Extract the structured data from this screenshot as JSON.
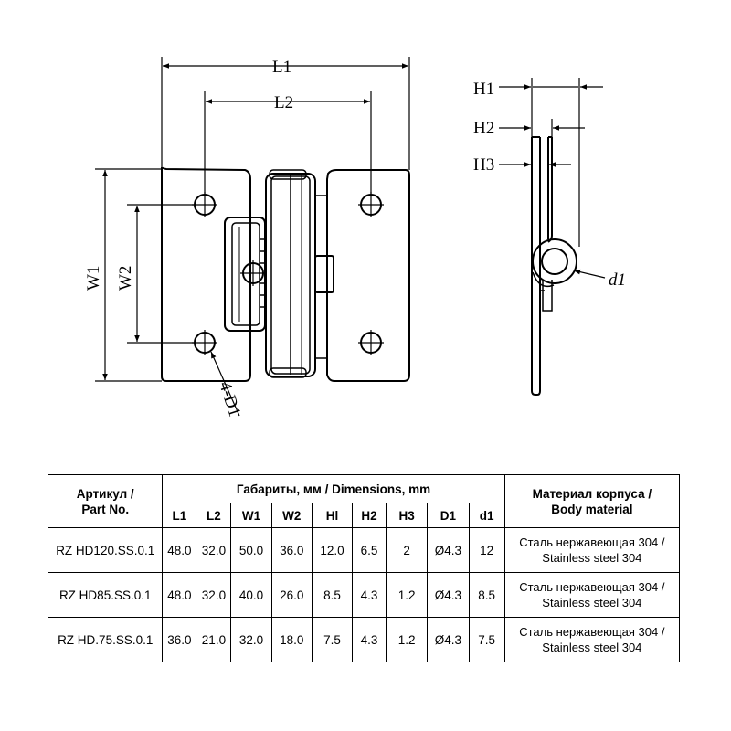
{
  "drawing": {
    "front_view": {
      "labels": {
        "L1": "L1",
        "L2": "L2",
        "W1": "W1",
        "W2": "W2",
        "D1": "4-D1"
      }
    },
    "side_view": {
      "labels": {
        "H1": "H1",
        "H2": "H2",
        "H3": "H3",
        "d1": "d1"
      }
    }
  },
  "table": {
    "header_part": {
      "line1": "Артикул /",
      "line2": "Part No."
    },
    "header_dimensions": "Габариты, мм / Dimensions, mm",
    "header_material": {
      "line1": "Материал корпуса /",
      "line2": "Body material"
    },
    "columns": [
      "L1",
      "L2",
      "W1",
      "W2",
      "Hl",
      "H2",
      "H3",
      "D1",
      "d1"
    ],
    "rows": [
      {
        "part": "RZ HD120.SS.0.1",
        "values": [
          "48.0",
          "32.0",
          "50.0",
          "36.0",
          "12.0",
          "6.5",
          "2",
          "Ø4.3",
          "12"
        ],
        "material": {
          "line1": "Сталь нержавеющая 304 /",
          "line2": "Stainless steel 304"
        }
      },
      {
        "part": "RZ HD85.SS.0.1",
        "values": [
          "48.0",
          "32.0",
          "40.0",
          "26.0",
          "8.5",
          "4.3",
          "1.2",
          "Ø4.3",
          "8.5"
        ],
        "material": {
          "line1": "Сталь нержавеющая 304 /",
          "line2": "Stainless steel 304"
        }
      },
      {
        "part": "RZ HD.75.SS.0.1",
        "values": [
          "36.0",
          "21.0",
          "32.0",
          "18.0",
          "7.5",
          "4.3",
          "1.2",
          "Ø4.3",
          "7.5"
        ],
        "material": {
          "line1": "Сталь нержавеющая 304 /",
          "line2": "Stainless steel 304"
        }
      }
    ]
  }
}
